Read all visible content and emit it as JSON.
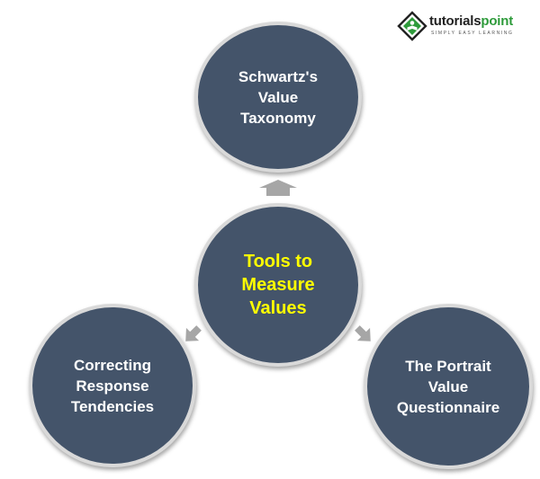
{
  "logo": {
    "name_part1": "tutorials",
    "name_part2": "point",
    "tagline": "SIMPLY EASY LEARNING"
  },
  "diagram": {
    "center": {
      "label": "Tools to\nMeasure\nValues"
    },
    "top": {
      "label": "Schwartz's\nValue\nTaxonomy"
    },
    "left": {
      "label": "Correcting\nResponse\nTendencies"
    },
    "right": {
      "label": "The Portrait\nValue\nQuestionnaire"
    }
  },
  "colors": {
    "circle_fill": "#44546a",
    "circle_border": "#d9d9d9",
    "center_text": "#ffff00",
    "outer_text": "#ffffff",
    "arrow": "#a6a6a6",
    "logo_green": "#2e9b3b"
  }
}
